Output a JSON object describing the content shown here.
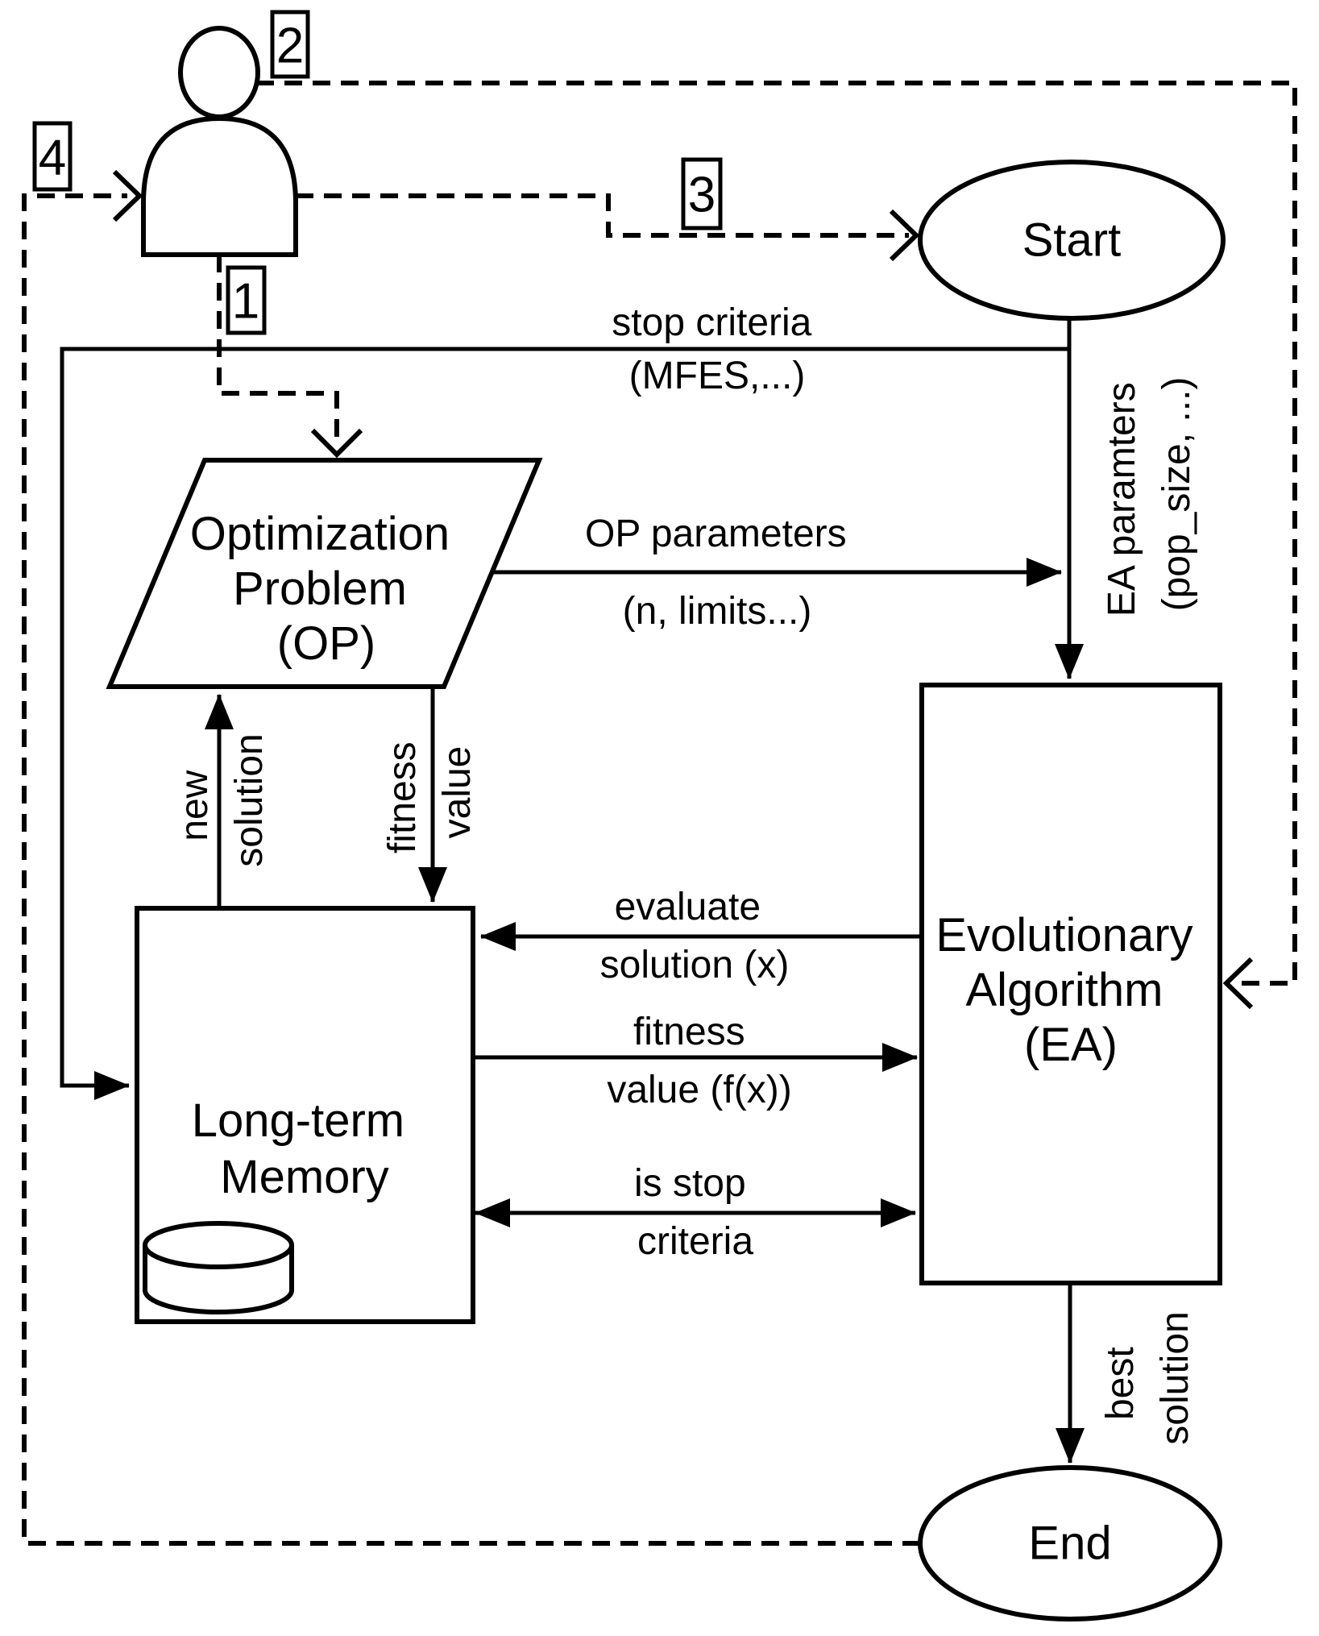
{
  "diagram": {
    "background_color": "#ffffff",
    "line_color": "#000000"
  },
  "nodes": {
    "start": {
      "label": "Start"
    },
    "end": {
      "label": "End"
    },
    "optimization_problem": {
      "lines": [
        "Optimization",
        "Problem",
        "(OP)"
      ]
    },
    "evolutionary_algorithm": {
      "lines": [
        "Evolutionary",
        "Algorithm",
        "(EA)"
      ]
    },
    "long_term_memory": {
      "lines": [
        "Long-term",
        "Memory"
      ]
    }
  },
  "steps": {
    "step1": "1",
    "step2": "2",
    "step3": "3",
    "step4": "4"
  },
  "edges": {
    "stop_criteria": {
      "line1": "stop criteria",
      "line2": "(MFES,...)"
    },
    "ea_parameters": {
      "line1": "EA paramters",
      "line2": "(pop_size, ...)"
    },
    "op_parameters": {
      "line1": "OP parameters",
      "line2": "(n, limits...)"
    },
    "new_solution": {
      "line1": "new",
      "line2": "solution"
    },
    "fitness_value": {
      "line1": "fitness",
      "line2": "value"
    },
    "evaluate_solution": {
      "line1": "evaluate",
      "line2": "solution (x)"
    },
    "fitness_value_fx": {
      "line1": "fitness",
      "line2": "value (f(x))"
    },
    "is_stop_criteria": {
      "line1": "is stop",
      "line2": "criteria"
    },
    "best_solution": {
      "line1": "best",
      "line2": "solution"
    }
  }
}
